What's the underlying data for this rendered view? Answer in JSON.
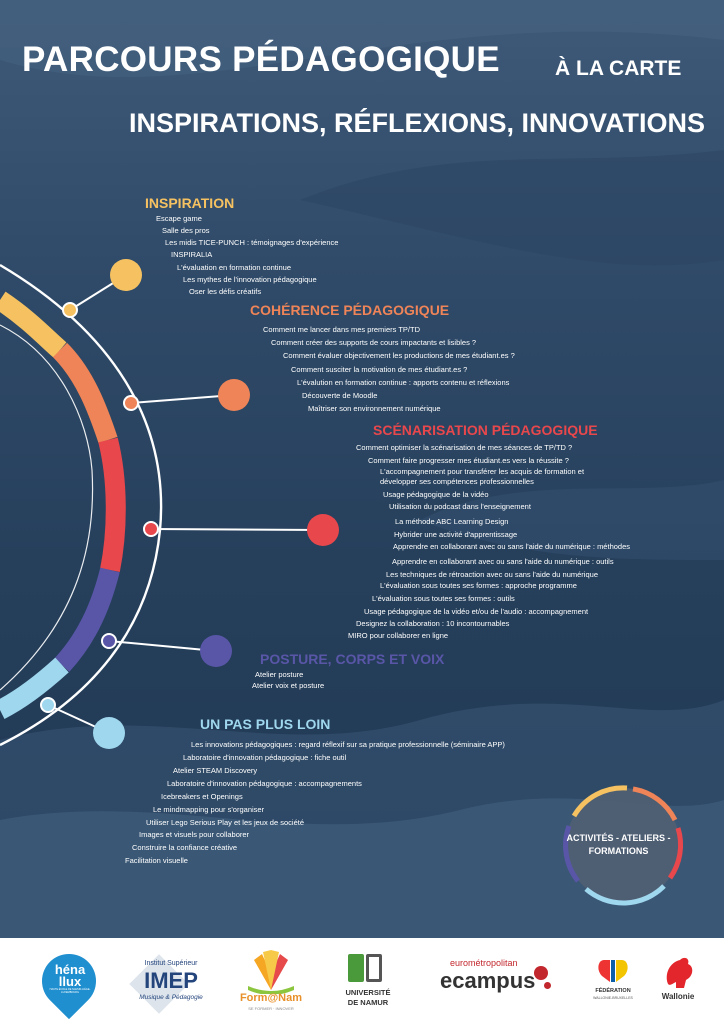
{
  "header": {
    "title_main": "PARCOURS PÉDAGOGIQUE",
    "title_suffix": "À LA CARTE",
    "subtitle": "INSPIRATIONS, RÉFLEXIONS, INNOVATIONS"
  },
  "sections": {
    "inspiration": {
      "title": "INSPIRATION",
      "color": "#f6c261",
      "items": [
        "Escape game",
        "Salle des pros",
        "Les midis TICE-PUNCH : témoignages d'expérience",
        "INSPIRALIA",
        "L'évaluation en formation continue",
        "Les mythes de l'innovation pédagogique",
        "Oser les défis créatifs"
      ]
    },
    "coherence": {
      "title": "COHÉRENCE PÉDAGOGIQUE",
      "color": "#ee8457",
      "items": [
        "Comment me lancer dans mes premiers TP/TD",
        "Comment créer des supports de cours impactants et lisibles ?",
        "Comment évaluer objectivement les productions de mes étudiant.es ?",
        "Comment susciter la motivation de mes étudiant.es ?",
        "L'évalution en formation continue : apports contenu et réflexions",
        "Découverte de Moodle",
        "Maîtriser son environnement numérique"
      ]
    },
    "scenarisation": {
      "title": "SCÉNARISATION PÉDAGOGIQUE",
      "color": "#e8474c",
      "items": [
        "Comment optimiser la scénarisation de mes séances de TP/TD ?",
        "Comment faire progresser mes étudiant.es vers la réussite ?",
        "L'accompagnement pour transférer les acquis de formation et",
        "développer ses compétences professionnelles",
        "Usage pédagogique de la vidéo",
        "Utilisation du podcast dans l'enseignement",
        "La méthode ABC Learning Design",
        "Hybrider une activité d'apprentissage",
        "Apprendre en collaborant avec ou sans l'aide du numérique : méthodes",
        "Apprendre en collaborant avec ou sans l'aide du numérique : outils",
        "Les techniques de rétroaction avec ou sans l'aide du numérique",
        "L'évaluation sous toutes ses formes : approche programme",
        "L'évaluation sous toutes ses formes : outils",
        "Usage pédagogique de la vidéo et/ou de l'audio : accompagnement",
        "Designez la collaboration : 10 incontournables",
        "MIRO pour collaborer en ligne"
      ]
    },
    "posture": {
      "title": "POSTURE, CORPS ET VOIX",
      "color": "#5956a8",
      "items": [
        "Atelier posture",
        "Atelier voix et posture"
      ]
    },
    "plus_loin": {
      "title": "UN PAS PLUS LOIN",
      "color": "#9fd7ee",
      "items": [
        "Les innovations pédagogiques : regard réflexif sur sa pratique professionnelle (séminaire APP)",
        "Laboratoire d'innovation pédagogique : fiche outil",
        "Atelier STEAM Discovery",
        "Laboratoire d'innovation pédagogique : accompagnements",
        "Icebreakers et Openings",
        "Le mindmapping pour s'organiser",
        "Utiliser Lego Serious Play et les jeux de société",
        "Images et visuels pour collaborer",
        "Construire la confiance créative",
        "Facilitation visuelle"
      ]
    }
  },
  "badge": {
    "line1": "ACTIVITÉS - ATELIERS -",
    "line2": "FORMATIONS"
  },
  "footer": {
    "henallux": {
      "l1": "héna",
      "l2": "llux",
      "small": "HAUTE ÉCOLE DE NAMUR-LIÈGE-LUXEMBOURG"
    },
    "imep": {
      "top": "Institut Supérieur",
      "main": "IMEP",
      "sub": "Musique & Pédagogie"
    },
    "formanam": {
      "main": "Form@Nam",
      "sub": "SE FORMER · INNOVER"
    },
    "unamur": {
      "l1": "UNIVERSITÉ",
      "l2": "DE NAMUR"
    },
    "ecampus": {
      "top": "eurométropolitan",
      "main": "ecampus"
    },
    "federation": {
      "l1": "FÉDÉRATION",
      "l2": "WALLONIE-BRUXELLES"
    },
    "wallonie": {
      "main": "Wallonie"
    }
  }
}
